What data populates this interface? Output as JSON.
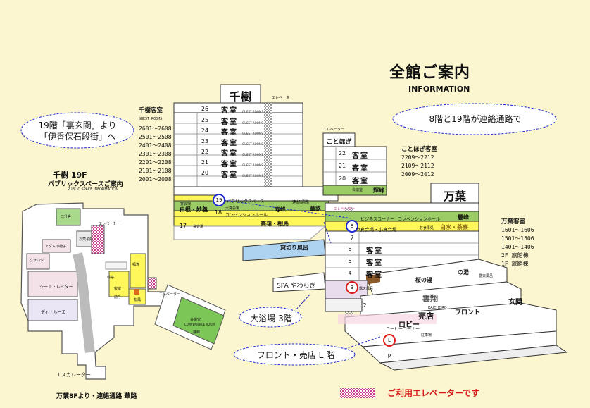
{
  "title": "全館ご案内",
  "subtitle": "INFORMATION",
  "callouts": {
    "top_left_line1": "19階「裏玄関」より",
    "top_left_line2": "「伊香保石段街」へ",
    "top_right": "8階と19階が連絡通路で",
    "bath": "大浴場 3階",
    "front": "フロント・売店 L 階"
  },
  "left_map": {
    "title": "千樹 19F",
    "subtitle": "パブリックスペースご案内",
    "subtitle_en": "PUBLIC SPACE INFORMATION",
    "labels": {
      "elevator": "エレベーター",
      "nishoku": "二升舎",
      "okashi": "お菓子処",
      "sudama": "アダムの椅子",
      "kuraroji": "クラロジ",
      "theater": "シーエ・レイター",
      "dining": "ディ・ルーエ",
      "stairs": "階段",
      "kitchen": "料亭",
      "guest": "客室",
      "ladies": "福寿",
      "mankai": "前号",
      "matsu": "松風",
      "ryotei": "料亭",
      "conference": "会議室",
      "conference_en": "CONVENIENCE ROOM",
      "kiri": "霧峰",
      "elevator2": "エレベーター",
      "escalator": "エスカレーター",
      "bottom": "万葉8Fより・連絡通路 華路"
    }
  },
  "senju": {
    "sign": "千樹",
    "elevator": "エレベーター",
    "rooms_header": "千樹客室",
    "rooms_header_en": "GUEST ROOMS",
    "room_ranges": [
      "2601～2608",
      "2501～2508",
      "2401～2408",
      "2301～2308",
      "2201～2208",
      "2101～2108",
      "2001～2008"
    ],
    "floors": [
      {
        "no": "26",
        "label": "客室"
      },
      {
        "no": "25",
        "label": "客室"
      },
      {
        "no": "24",
        "label": "客室"
      },
      {
        "no": "23",
        "label": "客室"
      },
      {
        "no": "22",
        "label": "客室"
      },
      {
        "no": "21",
        "label": "客室"
      },
      {
        "no": "20",
        "label": "客室"
      }
    ],
    "guest_rooms_en": "GUEST ROOMS",
    "f19_public": "パブリックスペース",
    "f19_no": "19",
    "f19_connect": "連絡通路",
    "f19_kaji": "華路",
    "f18_no": "18",
    "f18_hall": "宴会場",
    "f18_name1": "白根",
    "f18_name2": "妙義",
    "f18_label": "大宴会場",
    "f18_conv": "コンベンションホール",
    "f18_right": "寿峰",
    "f17_no": "17",
    "f17_hall": "宴会場",
    "f17_right1": "高嶺",
    "f17_right2": "相馬"
  },
  "kotohogi": {
    "elevator": "エレベーター",
    "sign": "ことほぎ",
    "rooms_header": "ことほぎ客室",
    "room_ranges": [
      "2209～2212",
      "2109～2112",
      "2009～2012"
    ],
    "floors": [
      {
        "no": "22",
        "label": "客室"
      },
      {
        "no": "21",
        "label": "客室"
      },
      {
        "no": "20",
        "label": "客室"
      }
    ],
    "f19_label": "会議室",
    "f19_right": "輝峰"
  },
  "manyo": {
    "sign": "万葉",
    "elevator": "エレベーター",
    "rooms_header": "万葉客室",
    "room_ranges": [
      "1601～1606",
      "1501～1506",
      "1401～1406",
      "2F 旅館棟",
      "1F 旅館棟"
    ],
    "f8_no": "8",
    "f8_biz": "ビジネスコーナー",
    "f8_conv": "コンベンションホール",
    "f8_right": "麗峰",
    "f7_no": "7",
    "f7_label": "中宴会場・小宴会場",
    "f7_dining": "お食事処",
    "f7_sign": "白水・茶寮",
    "f6_no": "6",
    "f5_no": "5",
    "f4_no": "4",
    "guest": "客室",
    "rotenburo": "貸切り風呂",
    "spa": "SPA やわらぎ",
    "f3_no": "3",
    "f3_label": "露天風呂",
    "f3_bath1": "桜の湯",
    "f3_bath2": "の湯",
    "f3_open": "露天風呂",
    "f2_no": "2",
    "f2_sign": "雲翔",
    "kaichoro": "KAICHORO",
    "fL_no": "L",
    "fL_coffee": "コーヒーコーナー",
    "fL_lobby": "ロビー",
    "fL_shop": "売店",
    "fL_front": "フロント",
    "fL_entrance": "玄関",
    "fL_parking": "駐車場",
    "fB_no": "P"
  },
  "legend": "ご利用エレベーターです",
  "colors": {
    "background": "#fbf6cf",
    "building_wall": "#ffffff",
    "public_green": "#9ccc65",
    "public_yellow": "#fff65a",
    "blue_circle": "#1e2bd4",
    "red_circle": "#e01b1b",
    "legend": "#d61b1b",
    "elevator_pattern": "#d14a9a"
  }
}
